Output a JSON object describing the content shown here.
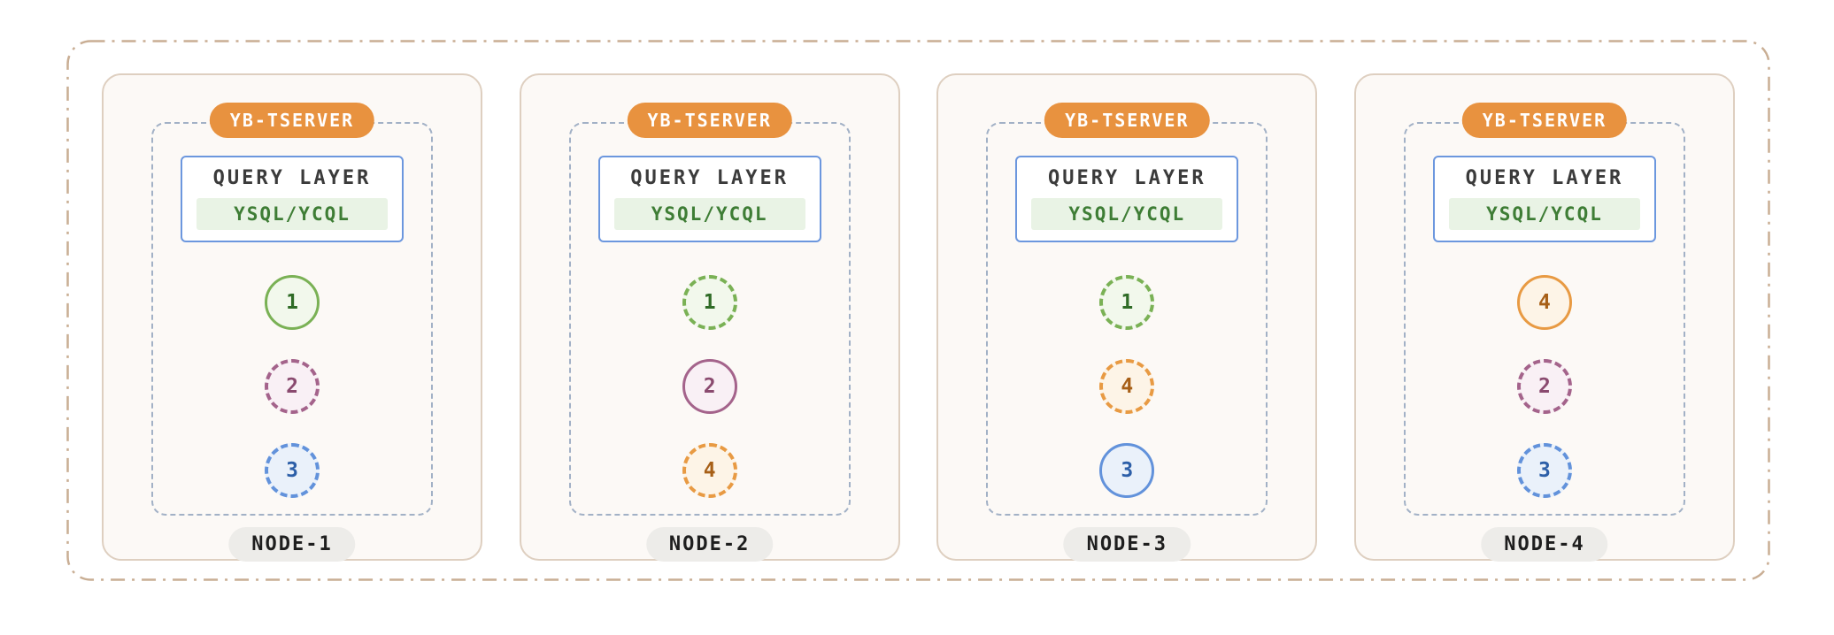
{
  "cluster": {
    "nodes": [
      {
        "label": "NODE-1",
        "tserver": "YB-TSERVER",
        "query_layer": "QUERY LAYER",
        "api": "YSQL/YCQL",
        "tablets": [
          {
            "id": "1",
            "color": "green",
            "role": "leader"
          },
          {
            "id": "2",
            "color": "purple",
            "role": "follower"
          },
          {
            "id": "3",
            "color": "blue",
            "role": "follower"
          }
        ]
      },
      {
        "label": "NODE-2",
        "tserver": "YB-TSERVER",
        "query_layer": "QUERY LAYER",
        "api": "YSQL/YCQL",
        "tablets": [
          {
            "id": "1",
            "color": "green",
            "role": "follower"
          },
          {
            "id": "2",
            "color": "purple",
            "role": "leader"
          },
          {
            "id": "4",
            "color": "orange",
            "role": "follower"
          }
        ]
      },
      {
        "label": "NODE-3",
        "tserver": "YB-TSERVER",
        "query_layer": "QUERY LAYER",
        "api": "YSQL/YCQL",
        "tablets": [
          {
            "id": "1",
            "color": "green",
            "role": "follower"
          },
          {
            "id": "4",
            "color": "orange",
            "role": "follower"
          },
          {
            "id": "3",
            "color": "blue",
            "role": "leader"
          }
        ]
      },
      {
        "label": "NODE-4",
        "tserver": "YB-TSERVER",
        "query_layer": "QUERY LAYER",
        "api": "YSQL/YCQL",
        "tablets": [
          {
            "id": "4",
            "color": "orange",
            "role": "leader"
          },
          {
            "id": "2",
            "color": "purple",
            "role": "follower"
          },
          {
            "id": "3",
            "color": "blue",
            "role": "follower"
          }
        ]
      }
    ],
    "theme": {
      "badge_bg": "#E8923F",
      "badge_text": "#FFFFFF",
      "query_border": "#6C97DE",
      "api_bg": "#E9F3E5",
      "api_text": "#3E7D35",
      "node_border": "#DECFC0",
      "node_bg": "#FCF9F6",
      "inner_dash": "#A2B1C6",
      "outer_dash": "#C9AE94",
      "pill_bg": "#EDECE9",
      "pill_text": "#1E1E1E",
      "tablet_colors": {
        "green": {
          "border": "#7AB155",
          "fill": "#F2F8EC",
          "text": "#2F6B26"
        },
        "purple": {
          "border": "#A4638B",
          "fill": "#F9F0F5",
          "text": "#8A4A6F"
        },
        "blue": {
          "border": "#6292DB",
          "fill": "#EAF1FA",
          "text": "#2D5FA8"
        },
        "orange": {
          "border": "#E89A43",
          "fill": "#FDF4E7",
          "text": "#A75F17"
        }
      }
    }
  }
}
